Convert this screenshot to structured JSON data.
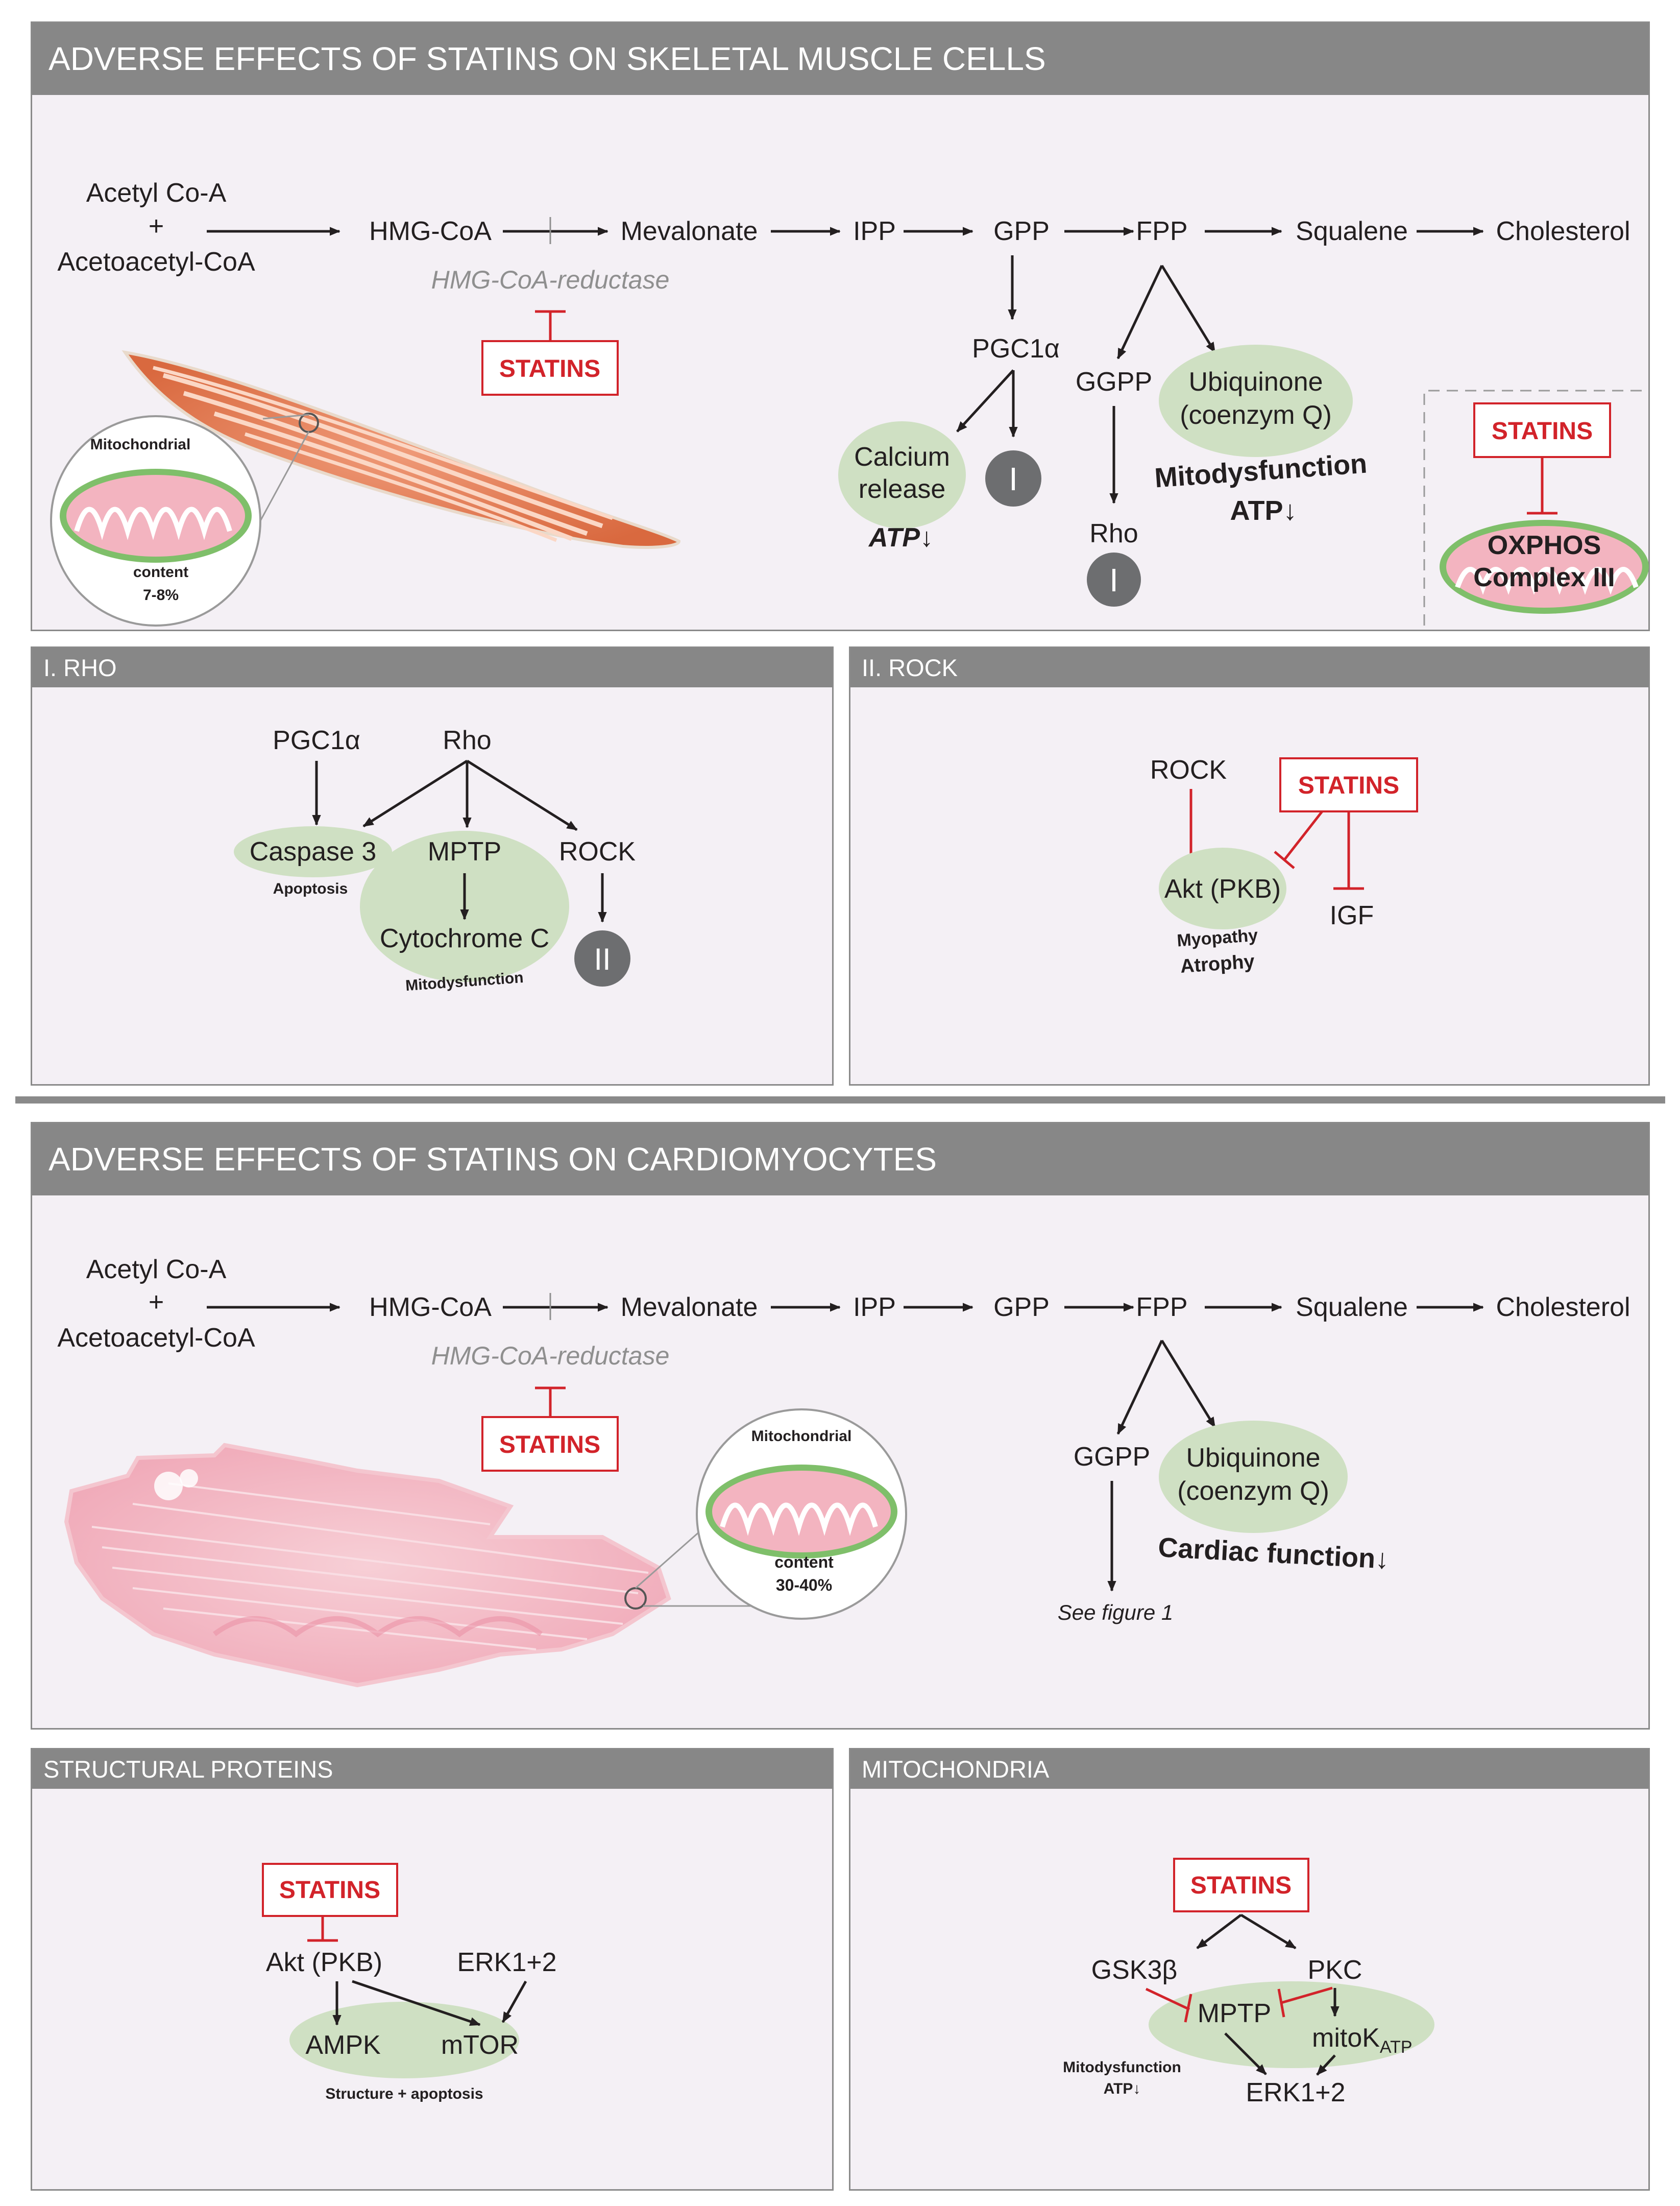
{
  "skeletal": {
    "title": "ADVERSE EFFECTS OF STATINS ON SKELETAL MUSCLE CELLS",
    "pathway": {
      "acetyl": "Acetyl Co-A",
      "plus": "+",
      "acetoacetyl": "Acetoacetyl-CoA",
      "hmgcoa": "HMG-CoA",
      "mevalonate": "Mevalonate",
      "ipp": "IPP",
      "gpp": "GPP",
      "fpp": "FPP",
      "squalene": "Squalene",
      "cholesterol": "Cholesterol",
      "reductase": "HMG-CoA-reductase",
      "statins": "STATINS"
    },
    "pgc1a": "PGC1α",
    "calcium_line1": "Calcium",
    "calcium_line2": "release",
    "atp1": "ATP↓",
    "roman_i_a": "I",
    "ggpp": "GGPP",
    "rho": "Rho",
    "roman_i_b": "I",
    "ubiquinone_line1": "Ubiquinone",
    "ubiquinone_line2": "(coenzym Q)",
    "mitodysfunction": "Mitodysfunction",
    "atp2": "ATP↓",
    "inset_statins": "STATINS",
    "oxphos_line1": "OXPHOS",
    "oxphos_line2": "Complex III",
    "mito_label": "Mitochondrial",
    "mito_content": "content",
    "mito_percent": "7-8%"
  },
  "rho_panel": {
    "title": "I. RHO",
    "pgc1a": "PGC1α",
    "rho": "Rho",
    "caspase": "Caspase 3",
    "apoptosis": "Apoptosis",
    "mptp": "MPTP",
    "cytochrome": "Cytochrome C",
    "mitodysfunction": "Mitodysfunction",
    "rock": "ROCK",
    "roman_ii": "II"
  },
  "rock_panel": {
    "title": "II. ROCK",
    "rock": "ROCK",
    "statins": "STATINS",
    "akt": "Akt (PKB)",
    "igf": "IGF",
    "myopathy": "Myopathy",
    "atrophy": "Atrophy"
  },
  "cardio": {
    "title": "ADVERSE EFFECTS OF STATINS ON CARDIOMYOCYTES",
    "pathway": {
      "acetyl": "Acetyl Co-A",
      "plus": "+",
      "acetoacetyl": "Acetoacetyl-CoA",
      "hmgcoa": "HMG-CoA",
      "mevalonate": "Mevalonate",
      "ipp": "IPP",
      "gpp": "GPP",
      "fpp": "FPP",
      "squalene": "Squalene",
      "cholesterol": "Cholesterol",
      "reductase": "HMG-CoA-reductase",
      "statins": "STATINS"
    },
    "ggpp": "GGPP",
    "see_figure": "See figure 1",
    "ubiquinone_line1": "Ubiquinone",
    "ubiquinone_line2": "(coenzym Q)",
    "cardiac": "Cardiac function↓",
    "mito_label": "Mitochondrial",
    "mito_content": "content",
    "mito_percent": "30-40%"
  },
  "structural_panel": {
    "title": "STRUCTURAL PROTEINS",
    "statins": "STATINS",
    "akt": "Akt (PKB)",
    "erk": "ERK1+2",
    "ampk": "AMPK",
    "mtor": "mTOR",
    "caption": "Structure + apoptosis"
  },
  "mito_panel": {
    "title": "MITOCHONDRIA",
    "statins": "STATINS",
    "gsk": "GSK3β",
    "pkc": "PKC",
    "mptp": "MPTP",
    "mitok": "mitoK",
    "mitok_sub": "ATP",
    "erk": "ERK1+2",
    "mitodysfunction": "Mitodysfunction",
    "atp": "ATP↓"
  },
  "colors": {
    "header": "#878787",
    "panel_bg": "#f4f0f5",
    "green_ellipse": "#cfe0c3",
    "statins_red": "#d2232a",
    "dark_circle": "#6d6e70"
  }
}
